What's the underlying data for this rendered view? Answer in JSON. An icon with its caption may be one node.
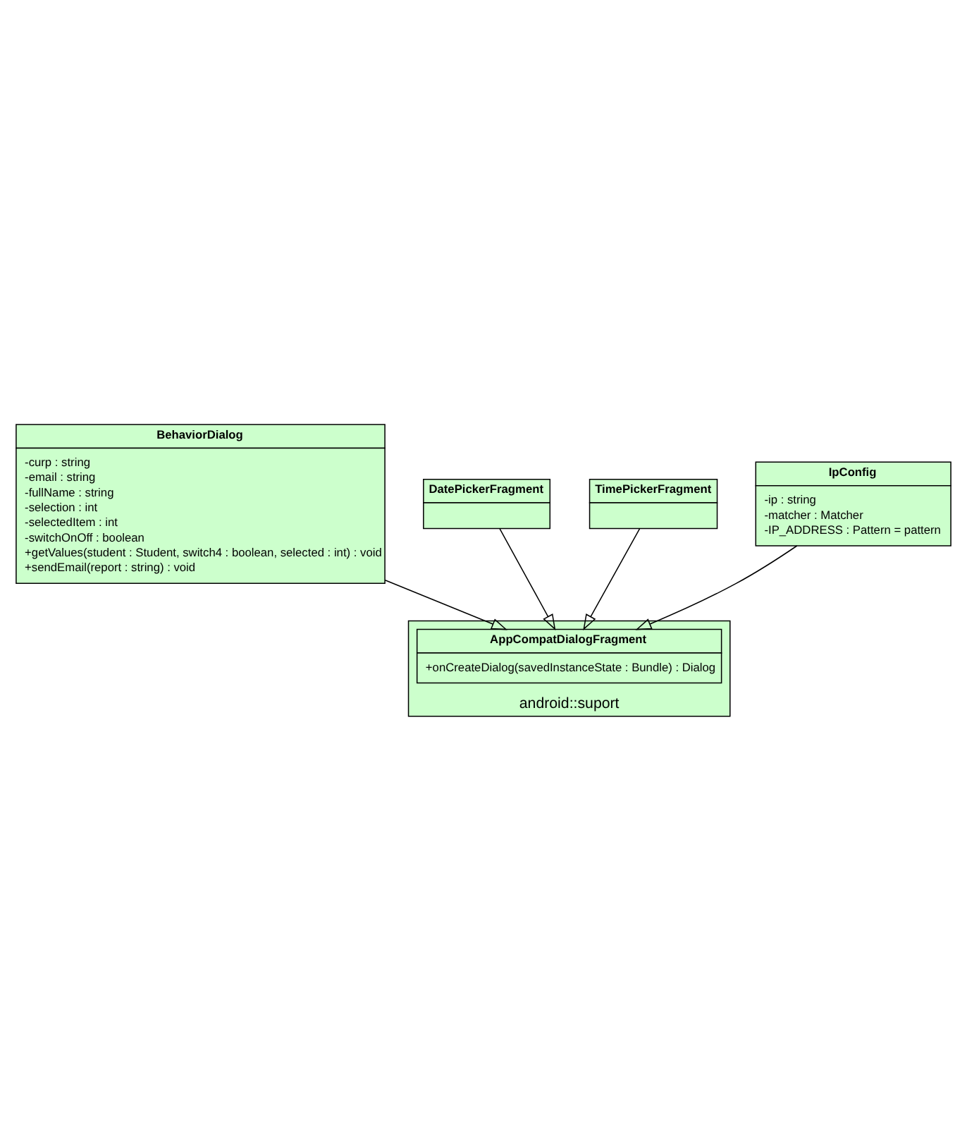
{
  "diagram": {
    "nodes": [
      {
        "text": [
          "BehaviorDialog",
          "-curp : string",
          "-email : string",
          "-fullName : string",
          "-selection : int",
          "-selectedItem : int",
          "-switchOnOff : boolean",
          "+getValues(student : Student, switch4 : boolean, selected : int) : void",
          "+sendEmail(report : string) : void"
        ]
      },
      {
        "text": [
          "DatePickerFragment"
        ]
      },
      {
        "text": [
          "TimePickerFragment"
        ]
      },
      {
        "text": [
          "android::suport"
        ]
      },
      {
        "text": [
          "AppCompatDialogFragment",
          "+onCreateDialog(savedInstanceState : Bundle) : Dialog"
        ],
        "in": 3
      },
      {
        "text": [
          "IpConfig",
          "-ip : string",
          "-matcher : Matcher",
          "-IP_ADDRESS : Pattern = pattern"
        ]
      }
    ],
    "edges": [
      {
        "from": 0,
        "to": 4,
        "arrow": "to"
      },
      {
        "from": 1,
        "to": 4,
        "arrow": "to"
      },
      {
        "from": 2,
        "to": 4,
        "arrow": "to"
      },
      {
        "from": 5,
        "to": 4,
        "arrow": "to"
      }
    ]
  }
}
